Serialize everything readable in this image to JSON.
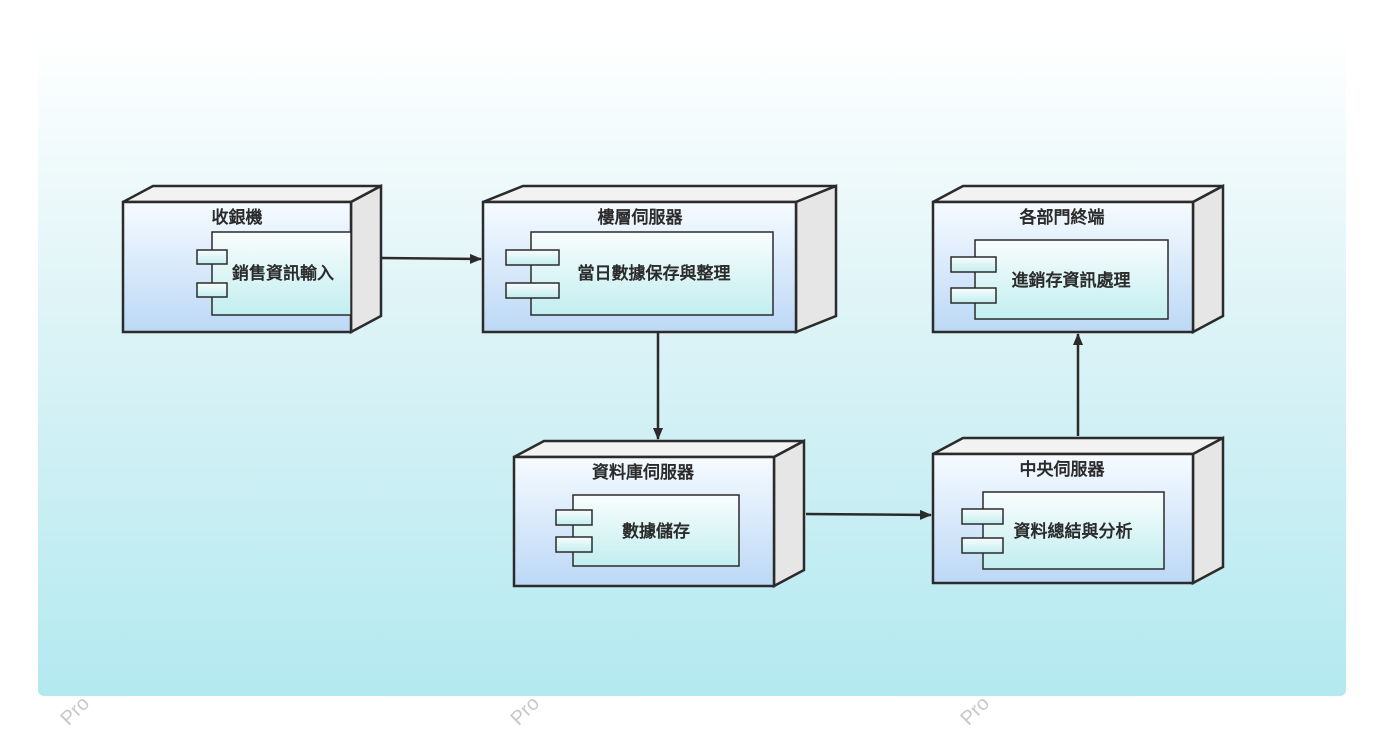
{
  "colors": {
    "stroke": "#2b2b2b",
    "node_front_top": "#f6fbff",
    "node_front_bottom": "#bcd8f6",
    "node_side": "#e6e6e6",
    "node_top": "#f2f2f2",
    "component_top": "#f9fdfd",
    "component_bottom": "#c2eef0"
  },
  "nodes": [
    {
      "id": "cashier",
      "title": "收銀機",
      "component": "銷售資訊輸入"
    },
    {
      "id": "floor-server",
      "title": "樓層伺服器",
      "component": "當日數據保存與整理"
    },
    {
      "id": "department-terminal",
      "title": "各部門終端",
      "component": "進銷存資訊處理"
    },
    {
      "id": "database-server",
      "title": "資料庫伺服器",
      "component": "數據儲存"
    },
    {
      "id": "central-server",
      "title": "中央伺服器",
      "component": "資料總結與分析"
    }
  ],
  "connections": [
    {
      "from": "cashier",
      "to": "floor-server"
    },
    {
      "from": "floor-server",
      "to": "database-server"
    },
    {
      "from": "database-server",
      "to": "central-server"
    },
    {
      "from": "central-server",
      "to": "department-terminal"
    }
  ],
  "watermark": "Pro"
}
